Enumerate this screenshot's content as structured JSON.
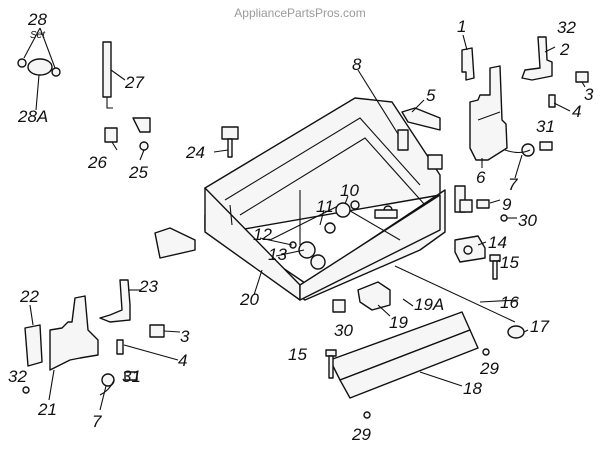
{
  "watermark": "AppliancePartsPros.com",
  "callouts": {
    "c1": "1",
    "c2": "2",
    "c3a": "3",
    "c3b": "3",
    "c4a": "4",
    "c4b": "4",
    "c5": "5",
    "c6": "6",
    "c7a": "7",
    "c7b": "7",
    "c8": "8",
    "c9": "9",
    "c10": "10",
    "c11": "11",
    "c12": "12",
    "c13": "13",
    "c14": "14",
    "c15a": "15",
    "c15b": "15",
    "c16": "16",
    "c17": "17",
    "c18": "18",
    "c19": "19",
    "c19a": "19A",
    "c20": "20",
    "c21": "21",
    "c22": "22",
    "c23": "23",
    "c24": "24",
    "c25": "25",
    "c26": "26",
    "c27": "27",
    "c28": "28",
    "c28a": "28A",
    "c29a": "29",
    "c29b": "29",
    "c30a": "30",
    "c30b": "30",
    "c31a": "31",
    "c31b": "31",
    "c32a": "32",
    "c32b": "32"
  },
  "set_label": "Set"
}
